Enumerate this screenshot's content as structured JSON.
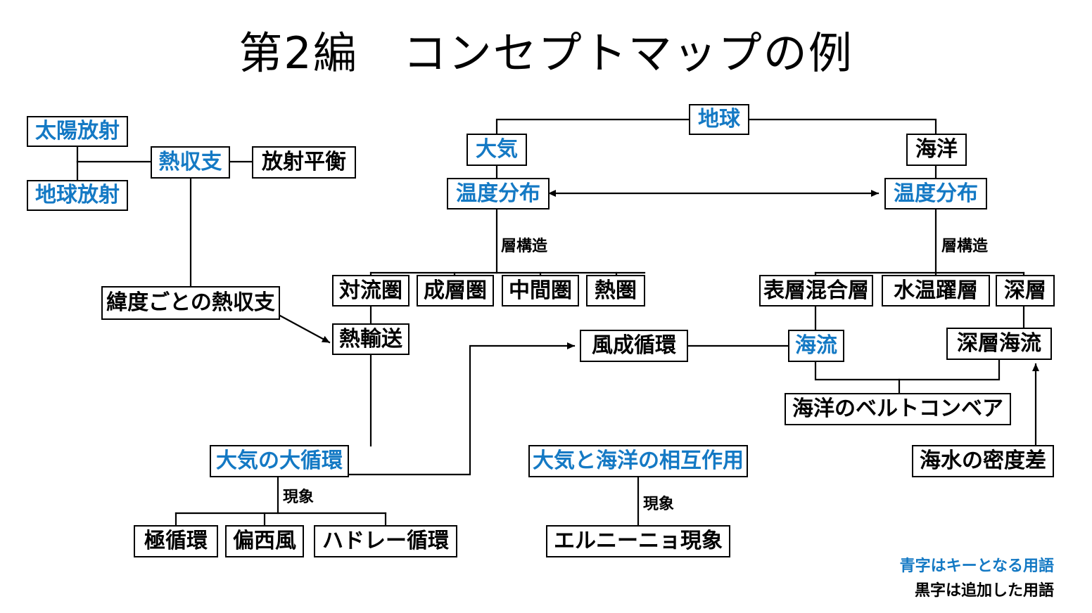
{
  "page": {
    "title": "第2編　コンセプトマップの例",
    "background": "#ffffff",
    "key_color": "#1479C4",
    "added_color": "#000000",
    "line_color": "#000000"
  },
  "legend": {
    "key_terms": "青字はキーとなる用語",
    "added_terms": "黒字は追加した用語"
  },
  "nodes": {
    "solar_radiation": "太陽放射",
    "earth_radiation": "地球放射",
    "heat_budget": "熱収支",
    "radiative_balance": "放射平衡",
    "heat_budget_by_latitude": "緯度ごとの熱収支",
    "earth": "地球",
    "atmosphere": "大気",
    "temp_dist_atmosphere": "温度分布",
    "ocean": "海洋",
    "temp_dist_ocean": "温度分布",
    "troposphere": "対流圏",
    "stratosphere": "成層圏",
    "mesosphere": "中間圏",
    "thermosphere": "熱圏",
    "surface_mixed_layer": "表層混合層",
    "thermocline": "水温躍層",
    "deep_layer": "深層",
    "heat_transport": "熱輸送",
    "wind_driven_circulation": "風成循環",
    "ocean_current": "海流",
    "deep_ocean_current": "深層海流",
    "ocean_conveyor_belt": "海洋のベルトコンベア",
    "seawater_density_difference": "海水の密度差",
    "general_circulation": "大気の大循環",
    "air_sea_interaction": "大気と海洋の相互作用",
    "polar_cell": "極循環",
    "westerlies": "偏西風",
    "hadley_cell": "ハドレー循環",
    "el_nino": "エルニーニョ現象"
  },
  "edge_labels": {
    "layer_structure_atmosphere": "層構造",
    "layer_structure_ocean": "層構造",
    "phenomenon_atmosphere": "現象",
    "phenomenon_interaction": "現象"
  }
}
